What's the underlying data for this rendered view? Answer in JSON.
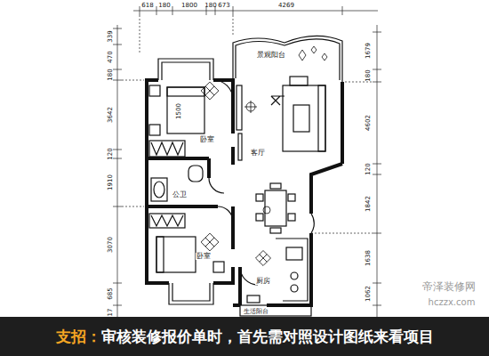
{
  "diagram": {
    "nodes": [
      {
        "text": [
          "支招：",
          "审核装修报价单时，首先需对照设计图纸来看项目"
        ]
      }
    ],
    "labels": [
      "618",
      "180",
      "1800",
      "180",
      "673",
      "4269",
      "339",
      "470",
      "180",
      "3642",
      "120",
      "1910",
      "3070",
      "17",
      "685",
      "1679",
      "180",
      "4602",
      "120",
      "1842",
      "1638",
      "1062",
      "景观阳台",
      "1500",
      "卧室",
      "客厅",
      "公卫",
      "卧室",
      "厨房",
      "生活阳台",
      "帝泽装修网",
      "hczzx.com"
    ]
  }
}
